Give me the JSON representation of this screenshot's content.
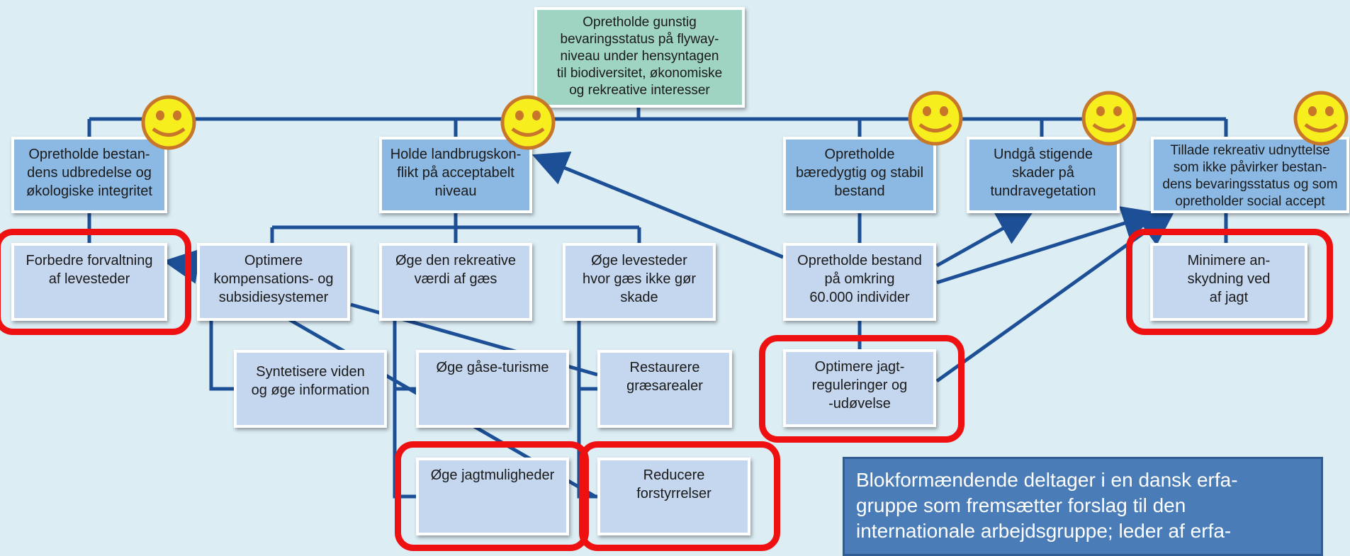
{
  "diagram": {
    "root": "Opretholde gunstig\nbevaringsstatus på flyway-\nniveau under hensyntagen\ntil biodiversitet, økonomiske\nog rekreative interesser",
    "goals": [
      "Opretholde bestan-\ndens udbredelse og\nøkologiske integritet",
      "Holde landbrugskon-\nflikt på acceptabelt\nniveau",
      "Opretholde\nbæredygtig og stabil\nbestand",
      "Undgå stigende\nskader på\ntundravegetation",
      "Tillade rekreativ udnyttelse\nsom ikke påvirker bestan-\ndens bevaringsstatus og som\nopretholder social accept"
    ],
    "actions": [
      "Forbedre forvaltning\naf levesteder",
      "Optimere\nkompensations- og\nsubsidiesystemer",
      "Øge den rekreative\nværdi af gæs",
      "Øge levesteder\nhvor gæs ikke gør\nskade",
      "Opretholde bestand\npå omkring\n60.000 individer",
      "Minimere an-\nskydning ved\naf jagt",
      "Syntetisere viden\nog øge information",
      "Øge gåse-turisme",
      "Restaurere\ngræsarealer",
      "Optimere jagt-\nreguleringer og\n-udøvelse",
      "Øge jagtmuligheder",
      "Reducere\nforstyrrelser"
    ],
    "callout": "Blokformændende deltager i en dansk erfa-\ngruppe som fremsætter forslag til den\ninternationale arbejdsgruppe; leder af erfa-",
    "colors": {
      "background": "#dcedf4",
      "connector": "#1d4f96",
      "root_box": "#9fd3c2",
      "goal_box": "#8cb9e3",
      "action_box": "#c5d6ef",
      "highlight": "#ef1111",
      "smiley": "#f7ee1e",
      "callout": "#4a7db8"
    }
  }
}
